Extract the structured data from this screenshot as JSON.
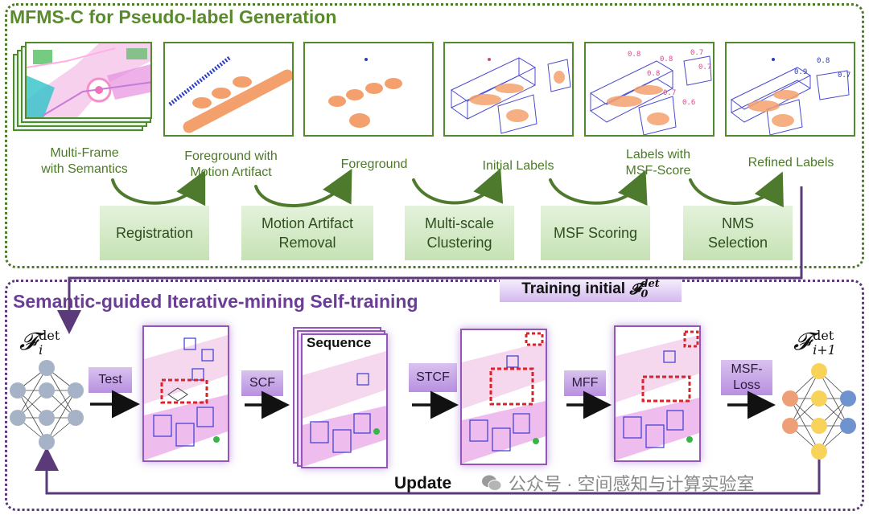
{
  "top_panel": {
    "title": "MFMS-C for Pseudo-label Generation",
    "stages": [
      {
        "label": "Multi-Frame\nwith Semantics"
      },
      {
        "label": "Foreground with\nMotion Artifact"
      },
      {
        "label": "Foreground"
      },
      {
        "label": "Initial Labels"
      },
      {
        "label": "Labels with\nMSF-Score"
      },
      {
        "label": "Refined Labels"
      }
    ],
    "operations": [
      {
        "label": "Registration"
      },
      {
        "label": "Motion Artifact\nRemoval"
      },
      {
        "label": "Multi-scale\nClustering"
      },
      {
        "label": "MSF Scoring"
      },
      {
        "label": "NMS\nSelection"
      }
    ],
    "score_labels": [
      "0.8",
      "0.8",
      "0.8",
      "0.7",
      "0.7",
      "0.7",
      "0.6",
      "0.9",
      "0.8",
      "0.7"
    ]
  },
  "training_initial": {
    "text": "Training initial",
    "symbol": "𝓕",
    "sub": "0",
    "sup": "det"
  },
  "bottom_panel": {
    "title": "Semantic-guided Iterative-mining Self-training",
    "model_in": {
      "symbol": "𝓕",
      "sub": "i",
      "sup": "det"
    },
    "model_out": {
      "symbol": "𝓕",
      "sub": "i+1",
      "sup": "det"
    },
    "operations": [
      {
        "label": "Test"
      },
      {
        "label": "SCF"
      },
      {
        "label": "STCF"
      },
      {
        "label": "MFF"
      },
      {
        "label": "MSF-\nLoss"
      }
    ],
    "sequence_label": "Sequence",
    "update_label": "Update"
  },
  "watermark": "公众号 · 空间感知与计算实验室",
  "colors": {
    "green_dark": "#4e7a2e",
    "green_text": "#5a8a2e",
    "purple_dark": "#5b3a7a",
    "purple_text": "#6a3d96",
    "node_gray": "#a6b2c6",
    "node_yellow": "#f7d35a",
    "node_orange": "#ee9f78",
    "node_blue": "#6e93cf",
    "red_dashed": "#d9232a"
  }
}
